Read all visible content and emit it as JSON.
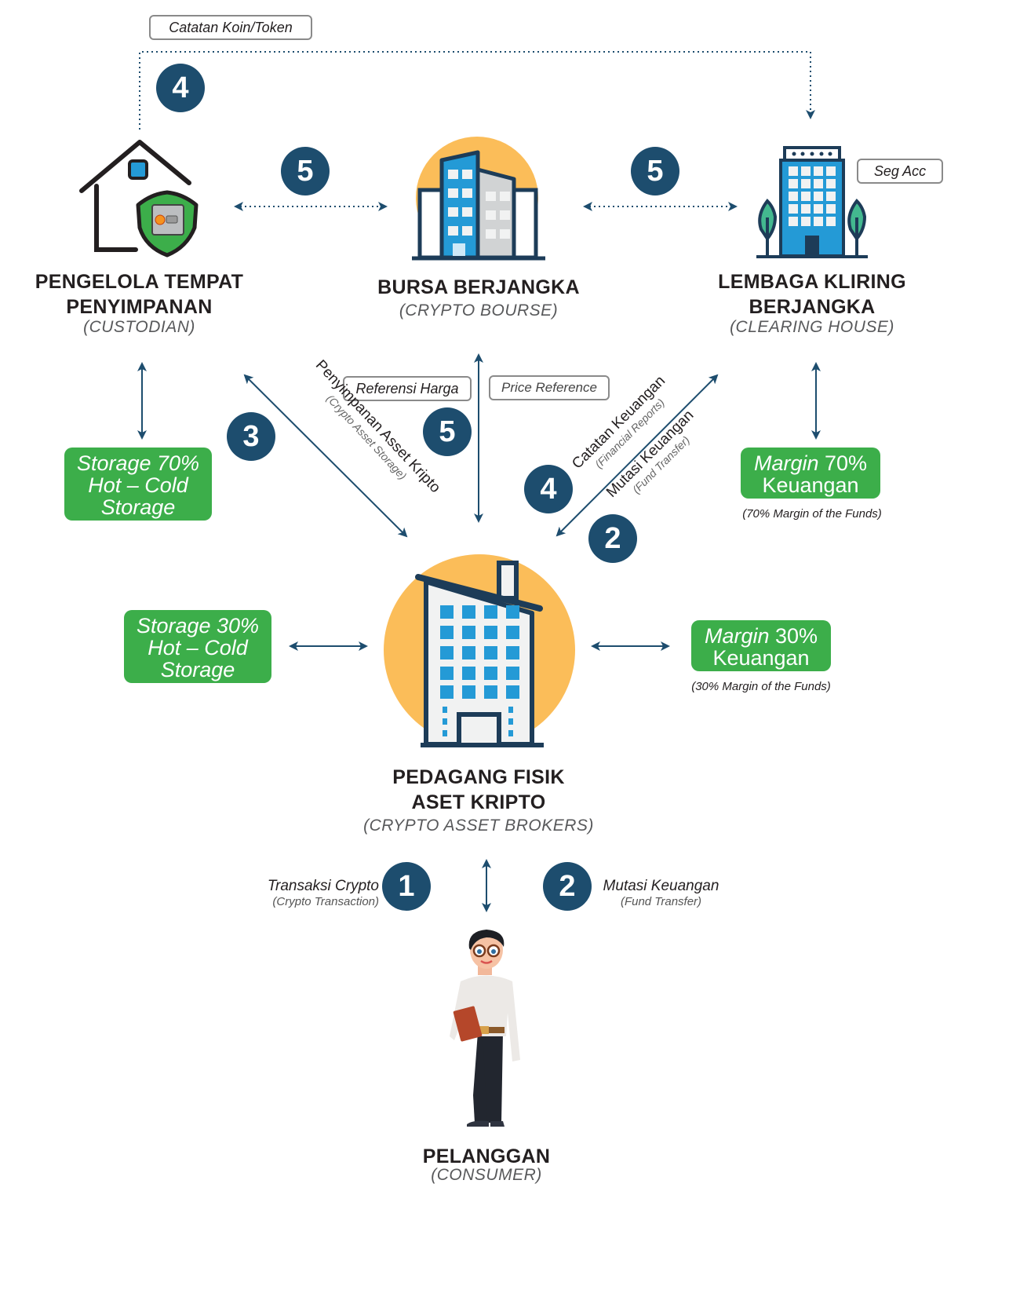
{
  "colors": {
    "navy": "#1d4d6e",
    "green": "#3cae4a",
    "sun": "#fbbd59",
    "blue": "#249ad6"
  },
  "nodes": {
    "custodian": {
      "title_line1": "PENGELOLA TEMPAT",
      "title_line2": "PENYIMPANAN",
      "subtitle": "(CUSTODIAN)",
      "icon": "house-shield-safe-icon"
    },
    "bourse": {
      "title_line1": "BURSA BERJANGKA",
      "subtitle": "(CRYPTO BOURSE)",
      "icon": "office-buildings-icon"
    },
    "clearing": {
      "title_line1": "LEMBAGA KLIRING",
      "title_line2": "BERJANGKA",
      "subtitle": "(CLEARING HOUSE)",
      "icon": "tower-trees-icon"
    },
    "brokers": {
      "title_line1": "PEDAGANG FISIK",
      "title_line2": "ASET KRIPTO",
      "subtitle": "(CRYPTO ASSET BROKERS)",
      "icon": "factory-building-icon"
    },
    "consumer": {
      "title_line1": "PELANGGAN",
      "subtitle": "(CONSUMER)",
      "icon": "person-icon"
    }
  },
  "tags": {
    "koin_token": "Catatan Koin/Token",
    "seg_acc": "Seg Acc",
    "referensi_harga": "Referensi Harga",
    "price_reference": "Price Reference"
  },
  "badges": {
    "top_left": "4",
    "custodian_bourse": "5",
    "bourse_clearing": "5",
    "storage": "3",
    "price": "5",
    "reports": "4",
    "fund": "2",
    "consumer_crypto": "1",
    "consumer_fund": "2"
  },
  "boxes": {
    "storage70": {
      "line1": "Storage 70%",
      "line2": "Hot – Cold",
      "line3": "Storage"
    },
    "storage30": {
      "line1": "Storage 30%",
      "line2": "Hot – Cold",
      "line3": "Storage"
    },
    "margin70": {
      "word": "Margin",
      "pct": "70%",
      "line2": "Keuangan",
      "note": "(70% Margin of the Funds)"
    },
    "margin30": {
      "word": "Margin",
      "pct": "30%",
      "line2": "Keuangan",
      "note": "(30% Margin of the Funds)"
    }
  },
  "flows": {
    "storage": {
      "main": "Penyimpanan Asset Kripto",
      "sub": "(Crypto Asset Storage)"
    },
    "reports": {
      "main": "Catatan Keuangan",
      "sub": "(Financial Reports)"
    },
    "fund": {
      "main": "Mutasi Keuangan",
      "sub": "(Fund Transfer)"
    },
    "crypto_tx": {
      "main": "Transaksi Crypto",
      "sub": "(Crypto Transaction)"
    },
    "fund_tx": {
      "main": "Mutasi Keuangan",
      "sub": "(Fund Transfer)"
    }
  }
}
